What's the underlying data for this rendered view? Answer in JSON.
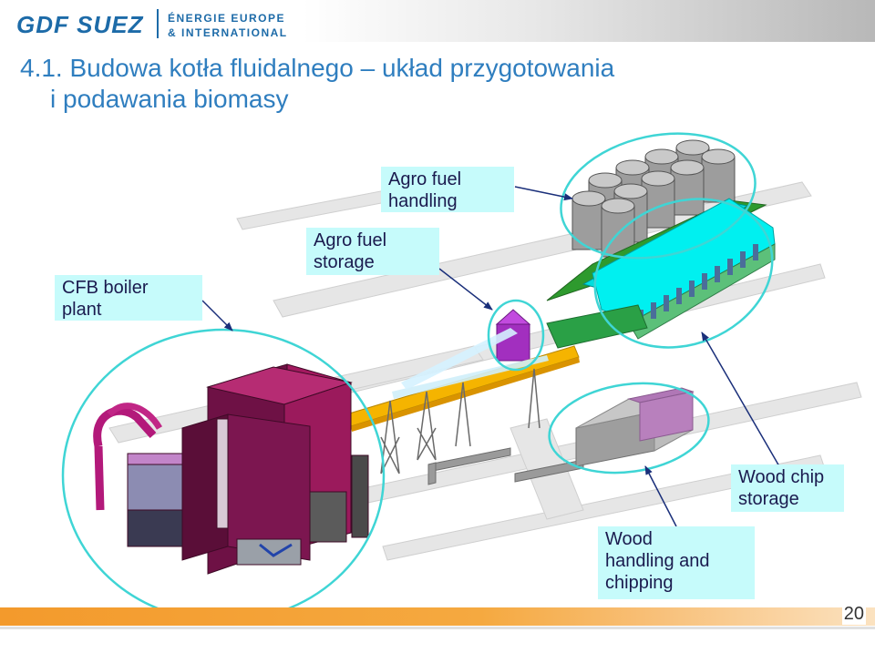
{
  "header": {
    "logo": "GDF SUEZ",
    "logo_sub_1": "ÉNERGIE EUROPE",
    "logo_sub_2": "& INTERNATIONAL"
  },
  "slide": {
    "title_line1": "4.1. Budowa kotła fluidalnego – układ przygotowania",
    "title_line2": "i podawania biomasy",
    "page_number": "20"
  },
  "labels": {
    "agro_fuel_handling": [
      "Agro fuel",
      "handling"
    ],
    "agro_fuel_storage": [
      "Agro fuel",
      "storage"
    ],
    "cfb_boiler_plant": [
      "CFB boiler",
      "plant"
    ],
    "wood_chip_storage": [
      "Wood chip",
      "storage"
    ],
    "wood_handling": [
      "Wood",
      "handling and",
      "chipping"
    ]
  },
  "colors": {
    "brand_blue": "#1d6ba8",
    "title_blue": "#2f7ebf",
    "label_bg": "#c6fbfb",
    "highlight_ellipse": "#30d0d0",
    "boiler": "#8e1b5a",
    "footer_orange": "#f39a2c"
  }
}
